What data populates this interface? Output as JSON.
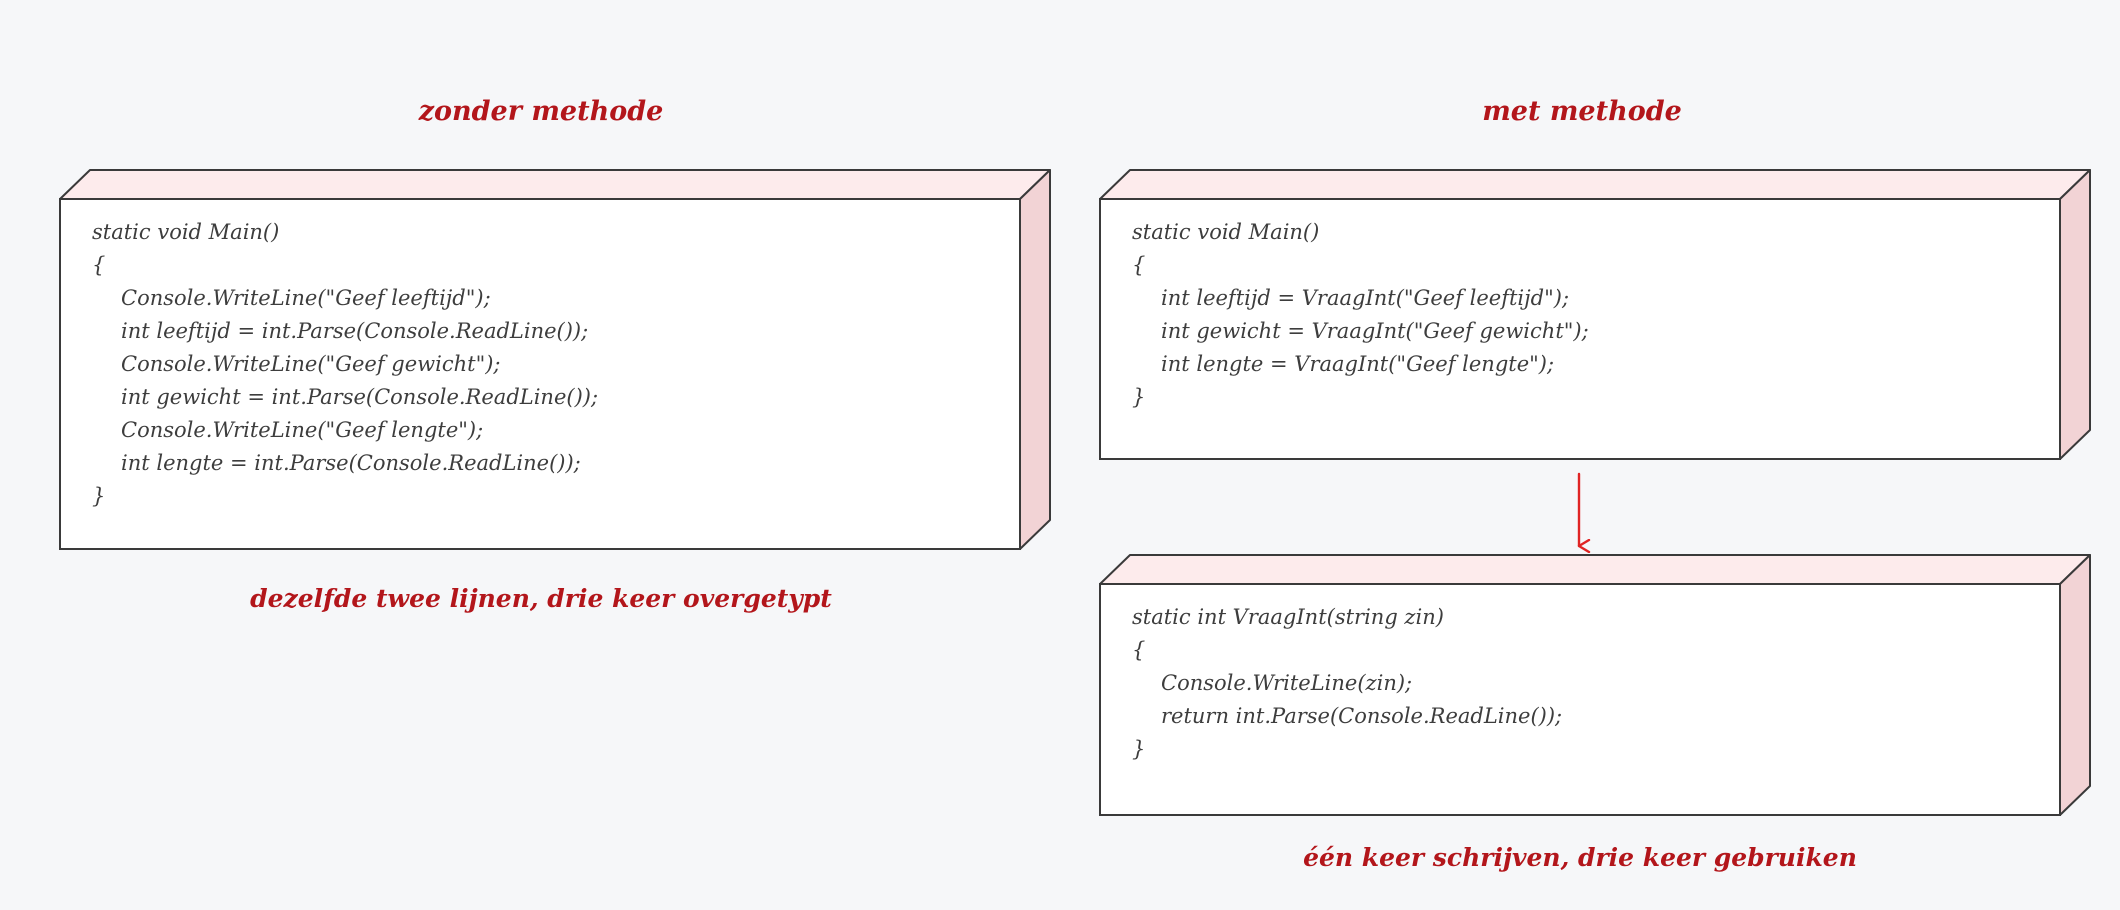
{
  "panels": {
    "without_method": {
      "heading": "zonder methode",
      "caption": "dezelfde twee lijnen, drie keer overgetypt",
      "code": {
        "l0": "static void Main()",
        "l1": "{",
        "l2": "Console.WriteLine(\"Geef leeftijd\");",
        "l3": "int leeftijd = int.Parse(Console.ReadLine());",
        "l4": "Console.WriteLine(\"Geef gewicht\");",
        "l5": "int gewicht = int.Parse(Console.ReadLine());",
        "l6": "Console.WriteLine(\"Geef lengte\");",
        "l7": "int lengte = int.Parse(Console.ReadLine());",
        "l8": "}"
      }
    },
    "with_method": {
      "heading": "met methode",
      "caption": "één keer schrijven, drie keer gebruiken",
      "main_code": {
        "l0": "static void Main()",
        "l1": "{",
        "l2": "int leeftijd = VraagInt(\"Geef leeftijd\");",
        "l3": "int gewicht = VraagInt(\"Geef gewicht\");",
        "l4": "int lengte = VraagInt(\"Geef lengte\");",
        "l5": "}"
      },
      "method_code": {
        "l0": "static int VraagInt(string zin)",
        "l1": "{",
        "l2": "Console.WriteLine(zin);",
        "l3": "return int.Parse(Console.ReadLine());",
        "l4": "}"
      }
    }
  },
  "colors": {
    "accent": "#b3161b",
    "box_top": "#fdebec",
    "box_side": "#f2d3d5",
    "arrow": "#e02424",
    "background": "#f6f7f9"
  }
}
